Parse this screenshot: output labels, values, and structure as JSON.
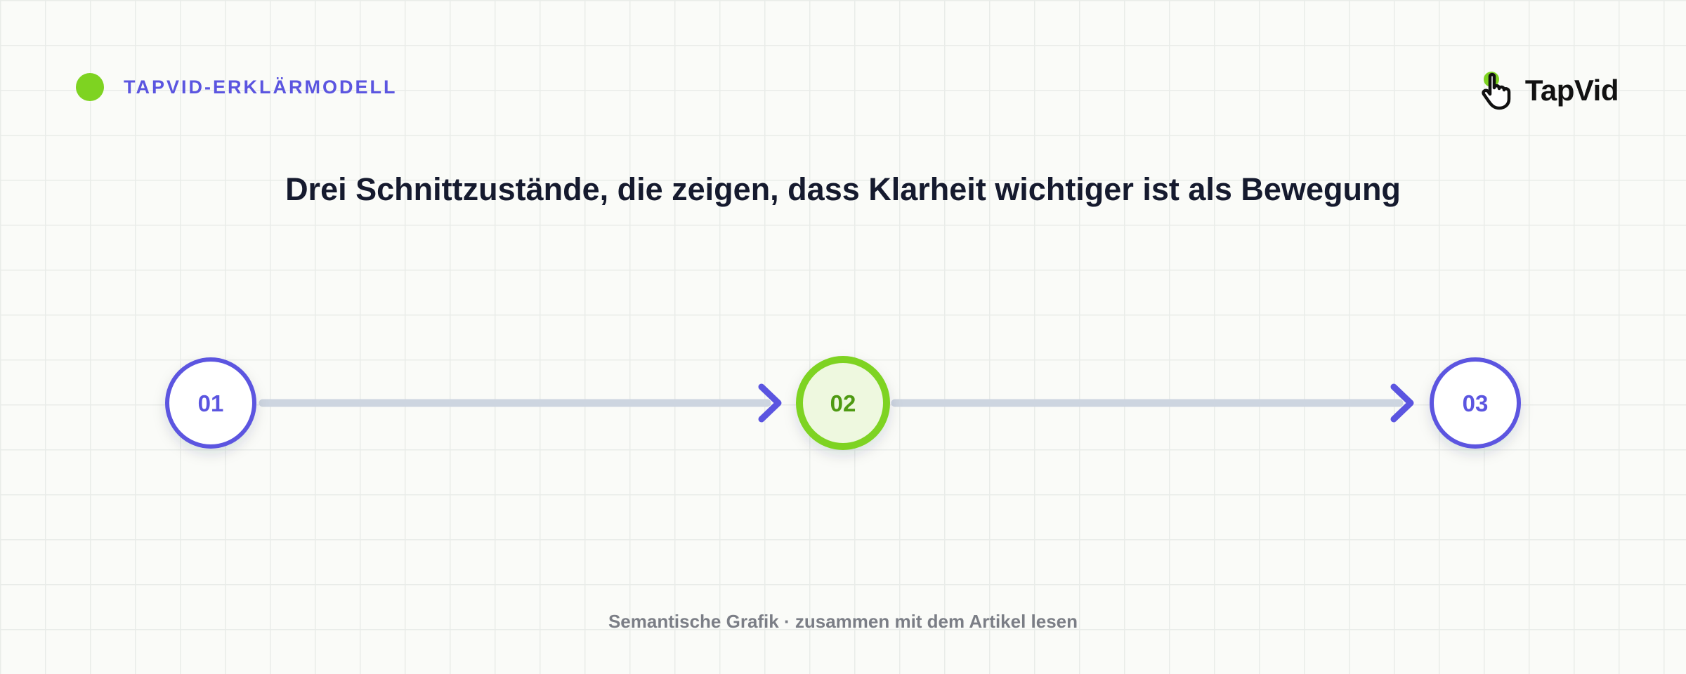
{
  "header": {
    "tag_label": "TAPVID-ERKLÄRMODELL",
    "logo_text": "TapVid"
  },
  "headline": "Drei Schnittzustände, die zeigen, dass Klarheit wichtiger ist als Bewegung",
  "flow": {
    "steps": [
      {
        "label": "01",
        "state": "default",
        "icon": "step-circle"
      },
      {
        "label": "02",
        "state": "highlighted",
        "icon": "step-circle"
      },
      {
        "label": "03",
        "state": "default",
        "icon": "step-circle"
      }
    ],
    "connectors": [
      {
        "from": "01",
        "to": "02",
        "icon": "arrow-right"
      },
      {
        "from": "02",
        "to": "03",
        "icon": "arrow-right"
      }
    ]
  },
  "footer": "Semantische Grafik · zusammen mit dem Artikel lesen",
  "colors": {
    "accent_blue": "#5b55e0",
    "accent_green": "#7ed321",
    "green_fill": "#eef8df",
    "green_text": "#4e9a12",
    "connector": "#cdd5e0",
    "headline": "#151a2e",
    "footer": "#7b7e86"
  }
}
